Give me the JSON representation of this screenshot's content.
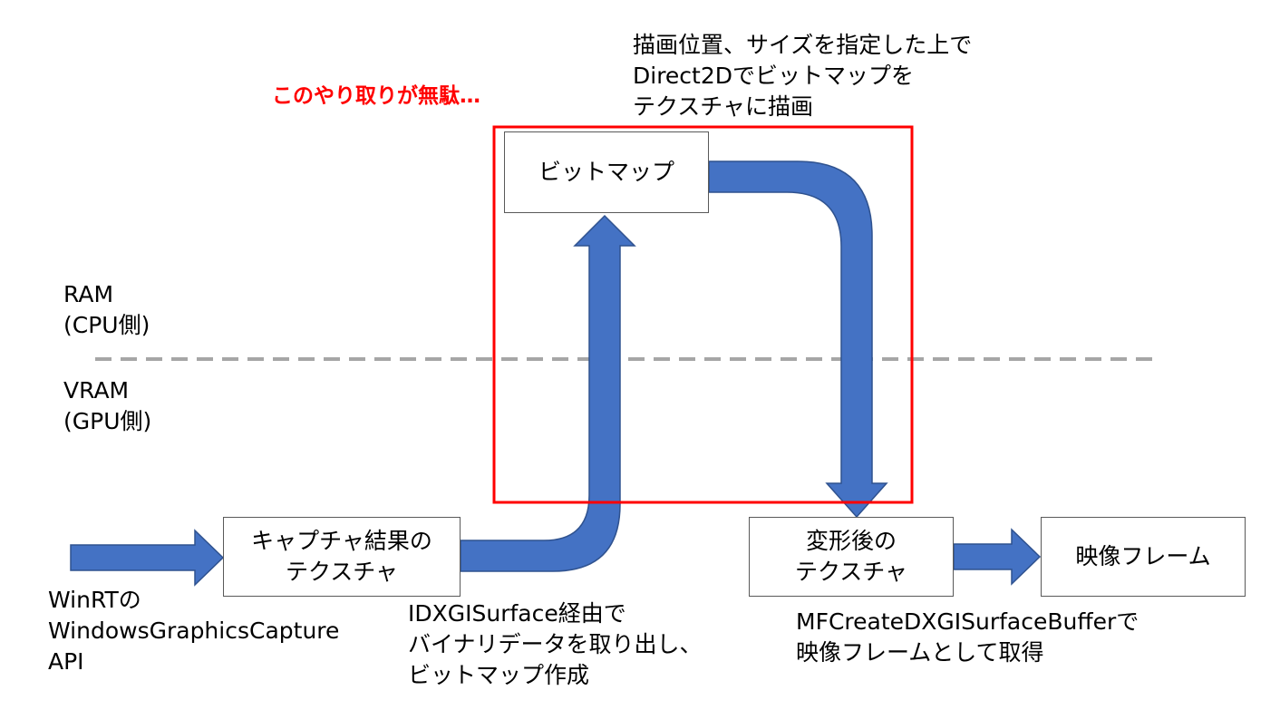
{
  "colors": {
    "arrow": "#4472c4",
    "arrow_border": "#2f528f",
    "highlight": "#ff0000",
    "boundary_line": "#a6a6a6",
    "box_border": "#595959"
  },
  "warning_text": "このやり取りが無駄…",
  "regions": {
    "ram": {
      "line1": "RAM",
      "line2": "(CPU側)"
    },
    "vram": {
      "line1": "VRAM",
      "line2": "(GPU側)"
    }
  },
  "nodes": {
    "bitmap": {
      "label": "ビットマップ"
    },
    "capture_texture": {
      "line1": "キャプチャ結果の",
      "line2": "テクスチャ"
    },
    "transformed_texture": {
      "line1": "変形後の",
      "line2": "テクスチャ"
    },
    "video_frame": {
      "label": "映像フレーム"
    }
  },
  "annotations": {
    "source": {
      "line1": "WinRTの",
      "line2": "WindowsGraphicsCapture",
      "line3": "API"
    },
    "readback": {
      "line1": "IDXGISurface経由で",
      "line2": "バイナリデータを取り出し、",
      "line3": "ビットマップ作成"
    },
    "draw": {
      "line1": "描画位置、サイズを指定した上で",
      "line2": "Direct2Dでビットマップを",
      "line3": "テクスチャに描画"
    },
    "output": {
      "line1": "MFCreateDXGISurfaceBufferで",
      "line2": "映像フレームとして取得"
    }
  }
}
